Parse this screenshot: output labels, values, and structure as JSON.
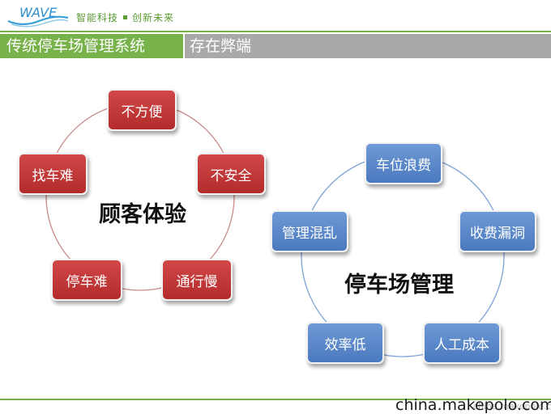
{
  "header": {
    "logo_text": "WAVE",
    "slogan_left": "智能科技",
    "slogan_right": "创新未来",
    "title": "传统停车场管理系统",
    "subtitle": "存在弊端"
  },
  "customer_cycle": {
    "center": "顾客体验",
    "items": [
      "不方便",
      "不安全",
      "通行慢",
      "停车难",
      "找车难"
    ]
  },
  "parking_cycle": {
    "center": "停车场管理",
    "items": [
      "车位浪费",
      "收费漏洞",
      "人工成本",
      "效率低",
      "管理混乱"
    ]
  },
  "footer": {
    "watermark": "china.makepolo.com",
    "watermark_ghost": "china.makepolo.com"
  },
  "colors": {
    "accent_green": "#77b24a",
    "header_gray": "#a9a9a9",
    "red_box": "#c23a3a",
    "blue_box": "#5a87c8",
    "red_ring": "#c98a8a",
    "blue_ring": "#7ea3d6"
  }
}
